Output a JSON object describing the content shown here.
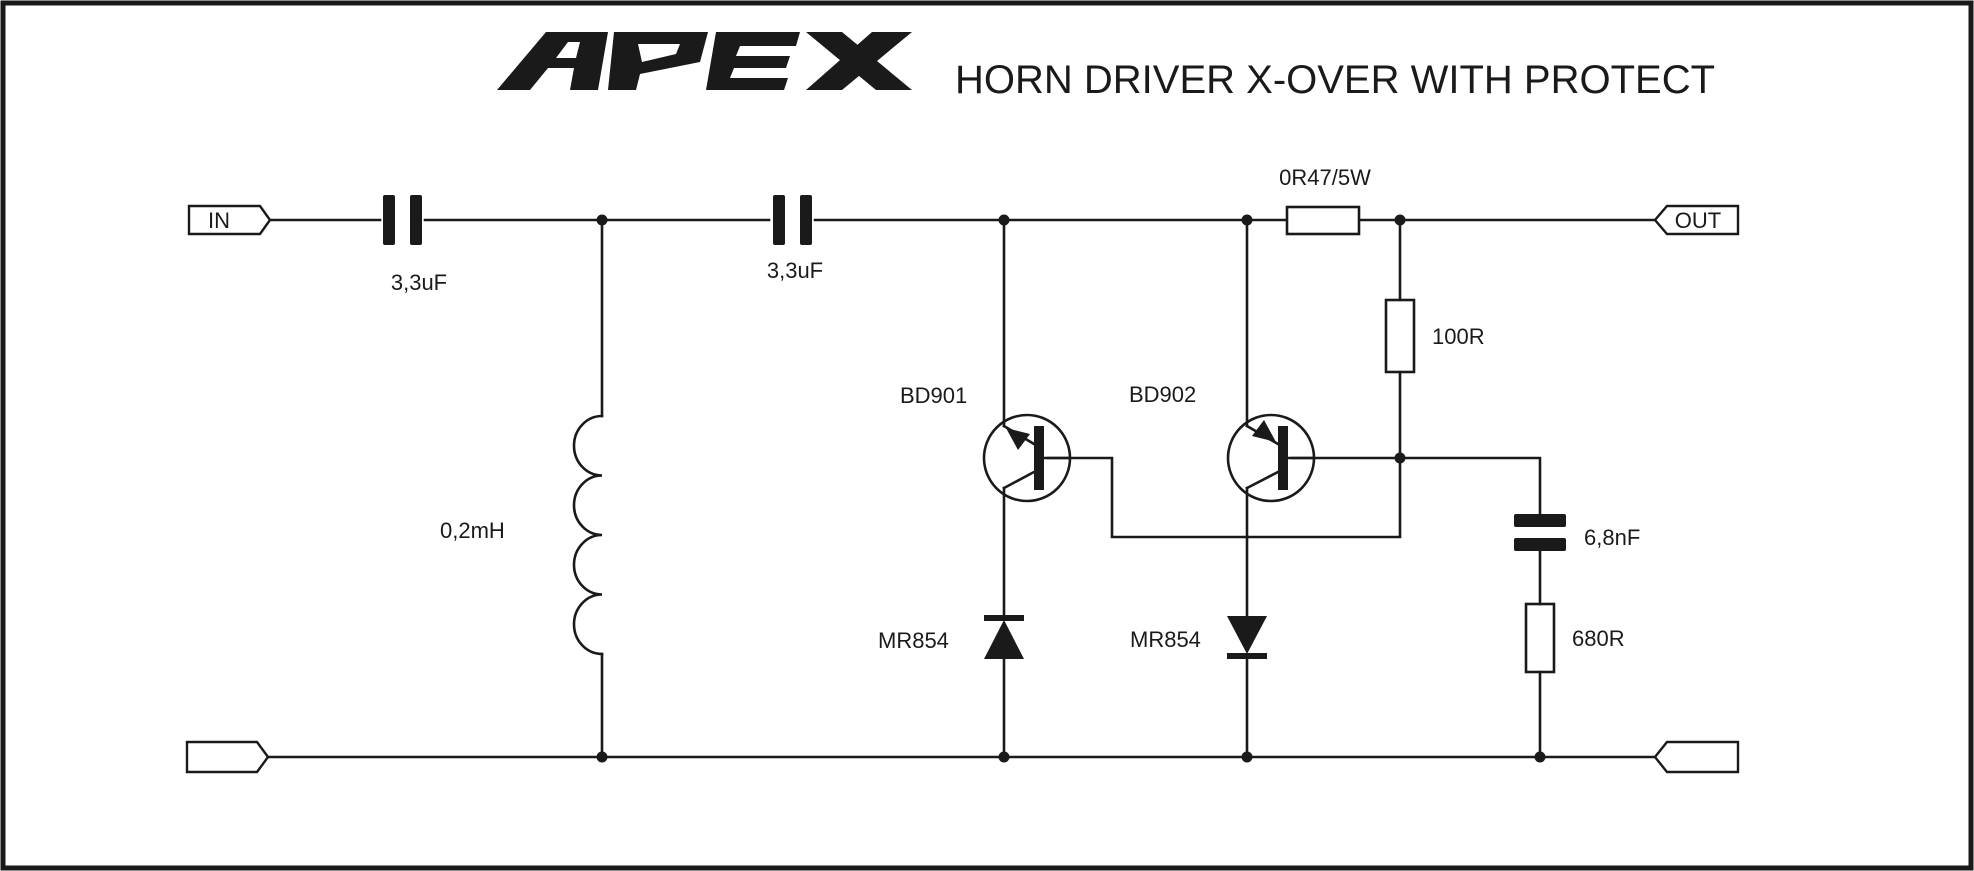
{
  "header": {
    "logo": "APEX",
    "title": "HORN DRIVER X-OVER WITH PROTECT"
  },
  "ports": {
    "input": "IN",
    "output": "OUT",
    "ground_in": "",
    "ground_out": ""
  },
  "components": {
    "c1": "3,3uF",
    "c2": "3,3uF",
    "l1": "0,2mH",
    "r1": "0R47/5W",
    "r2": "100R",
    "q1": "BD901",
    "q2": "BD902",
    "d1": "MR854",
    "d2": "MR854",
    "c3": "6,8nF",
    "r3": "680R"
  },
  "colors": {
    "ink": "#1a1a1a",
    "background": "#ffffff"
  }
}
